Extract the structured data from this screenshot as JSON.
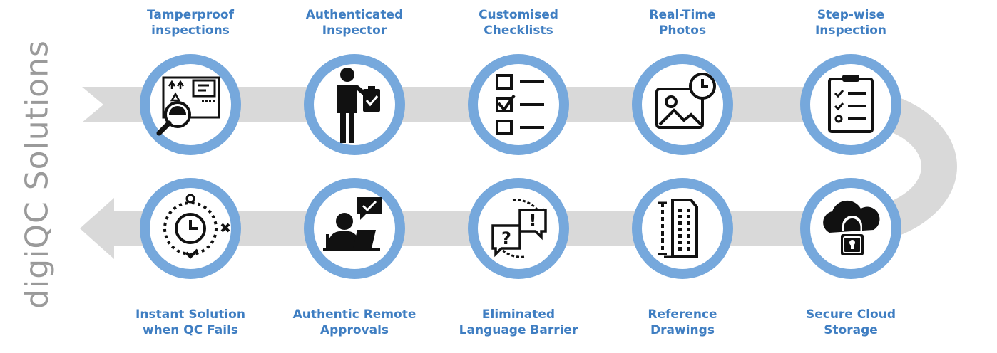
{
  "brand": {
    "side_title": "digiQC Solutions"
  },
  "colors": {
    "ring": "#76a8dc",
    "band": "#d9d9d9",
    "label": "#3f7ec2",
    "icon": "#111111",
    "side_title": "#9a9a9a"
  },
  "features": [
    {
      "id": "tamperproof-inspections",
      "icon": "magnifier-document-icon",
      "lines": [
        "Tamperproof",
        "inspections"
      ]
    },
    {
      "id": "authenticated-inspector",
      "icon": "inspector-clipboard-icon",
      "lines": [
        "Authenticated",
        "Inspector"
      ]
    },
    {
      "id": "customised-checklists",
      "icon": "checklist-icon",
      "lines": [
        "Customised",
        "Checklists"
      ]
    },
    {
      "id": "real-time-photos",
      "icon": "photo-clock-icon",
      "lines": [
        "Real-Time",
        "Photos"
      ]
    },
    {
      "id": "step-wise-inspection",
      "icon": "clipboard-list-icon",
      "lines": [
        "Step-wise",
        "Inspection"
      ]
    },
    {
      "id": "secure-cloud-storage",
      "icon": "cloud-lock-icon",
      "lines": [
        "Secure Cloud",
        "Storage"
      ]
    },
    {
      "id": "reference-drawings",
      "icon": "building-drawing-icon",
      "lines": [
        "Reference",
        "Drawings"
      ]
    },
    {
      "id": "eliminated-language-barrier",
      "icon": "chat-bubbles-icon",
      "lines": [
        "Eliminated",
        "Language Barrier"
      ]
    },
    {
      "id": "authentic-remote-approvals",
      "icon": "remote-approval-icon",
      "lines": [
        "Authentic Remote",
        "Approvals"
      ]
    },
    {
      "id": "instant-solution-when-qc-fails",
      "icon": "clock-cycle-icon",
      "lines": [
        "Instant Solution",
        "when QC Fails"
      ]
    }
  ]
}
